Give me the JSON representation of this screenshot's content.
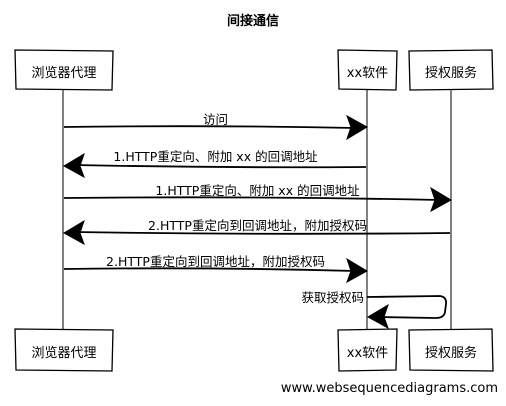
{
  "diagram": {
    "title": "间接通信",
    "participants": [
      {
        "id": "browser",
        "label": "浏览器代理"
      },
      {
        "id": "software",
        "label": "xx软件"
      },
      {
        "id": "auth",
        "label": "授权服务"
      }
    ],
    "messages": [
      {
        "from": "browser",
        "to": "software",
        "label": "访问"
      },
      {
        "from": "software",
        "to": "browser",
        "label": "1.HTTP重定向、附加 xx 的回调地址"
      },
      {
        "from": "browser",
        "to": "auth",
        "label": "1.HTTP重定向、附加 xx 的回调地址"
      },
      {
        "from": "auth",
        "to": "browser",
        "label": "2.HTTP重定向到回调地址，附加授权码"
      },
      {
        "from": "browser",
        "to": "software",
        "label": "2.HTTP重定向到回调地址，附加授权码"
      },
      {
        "from": "software",
        "to": "software",
        "label": "获取授权码"
      }
    ],
    "footer": "www.websequencediagrams.com"
  }
}
